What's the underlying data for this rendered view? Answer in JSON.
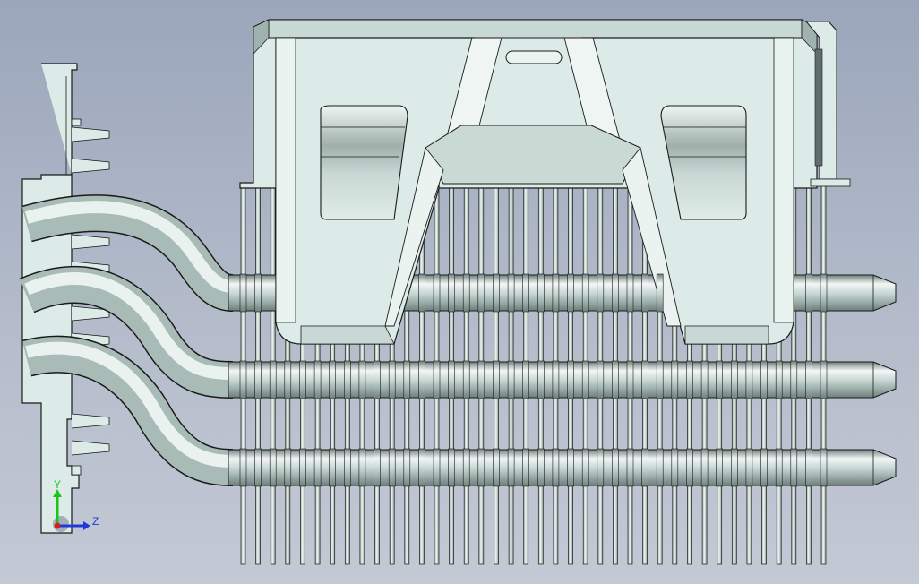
{
  "viewport": {
    "model_name": "",
    "view_orientation": "right",
    "background_gradient": [
      "#9ba6bb",
      "#c3c9d5"
    ]
  },
  "colors": {
    "body_fill": "#dcebe7",
    "body_shade": "#b9cbc6",
    "outline": "#1a1a1a",
    "fin_light": "#eef5f3",
    "fin_dark": "#9fb2ad",
    "pipe_light": "#f3f7f6",
    "pipe_mid": "#c2d2ce",
    "pipe_dark": "#6f807c"
  },
  "triad": {
    "y_label": "Y",
    "z_label": "Z",
    "y_color": "#19c519",
    "z_color": "#1f3bd6",
    "x_color": "#d42020"
  },
  "heatsink": {
    "fin_count": 40,
    "heat_pipe_count": 3
  }
}
